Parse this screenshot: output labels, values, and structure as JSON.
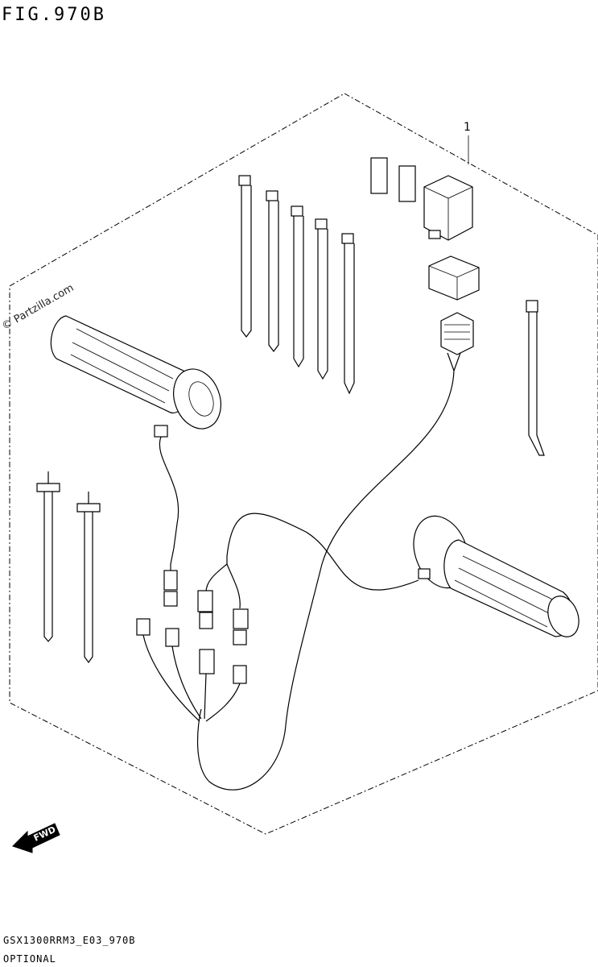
{
  "figure": {
    "title": "FIG.970B",
    "callout_number": "1",
    "watermark": "© Partzilla.com",
    "fwd_label": "FWD"
  },
  "footer": {
    "model_code": "GSX1300RRM3_E03_970B",
    "label": "OPTIONAL"
  },
  "colors": {
    "line": "#000000",
    "background": "#ffffff"
  }
}
